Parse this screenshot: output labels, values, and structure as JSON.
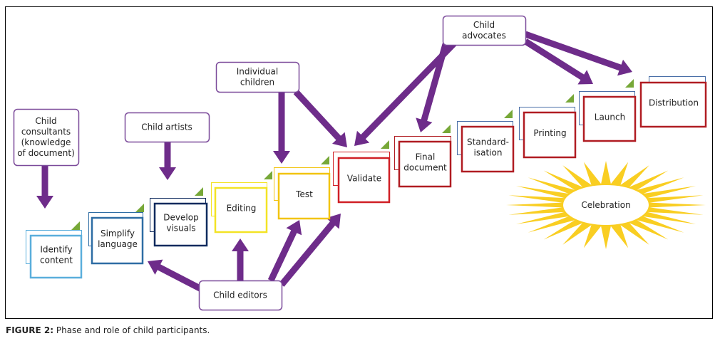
{
  "figure": {
    "caption_label": "FIGURE 2:",
    "caption_text": " Phase and role of child participants."
  },
  "colors": {
    "arrow": "#6E2C8A",
    "role_border": "#7B4A9A",
    "triangle": "#77A838",
    "sun": "#F9CE22",
    "light_blue": "#5AAEDC",
    "mid_blue": "#2E6DA4",
    "navy": "#0E2A5E",
    "yellow": "#F3E325",
    "gold": "#F2C410",
    "red": "#D01F25",
    "dark_red": "#B01C22",
    "slate_blue": "#4A6FA8"
  },
  "roles": [
    {
      "id": "child-consultants",
      "lines": [
        "Child",
        "consultants",
        "(knowledge",
        "of document)"
      ]
    },
    {
      "id": "child-artists",
      "lines": [
        "Child artists"
      ]
    },
    {
      "id": "individual-children",
      "lines": [
        "Individual",
        "children"
      ]
    },
    {
      "id": "child-advocates",
      "lines": [
        "Child",
        "advocates"
      ]
    },
    {
      "id": "child-editors",
      "lines": [
        "Child editors"
      ]
    }
  ],
  "phases": [
    {
      "id": "identify-content",
      "lines": [
        "Identify",
        "content"
      ]
    },
    {
      "id": "simplify-language",
      "lines": [
        "Simplify",
        "language"
      ]
    },
    {
      "id": "develop-visuals",
      "lines": [
        "Develop",
        "visuals"
      ]
    },
    {
      "id": "editing",
      "lines": [
        "Editing"
      ]
    },
    {
      "id": "test",
      "lines": [
        "Test"
      ]
    },
    {
      "id": "validate",
      "lines": [
        "Validate"
      ]
    },
    {
      "id": "final-document",
      "lines": [
        "Final",
        "document"
      ]
    },
    {
      "id": "standardisation",
      "lines": [
        "Standard-",
        "isation"
      ]
    },
    {
      "id": "printing",
      "lines": [
        "Printing"
      ]
    },
    {
      "id": "launch",
      "lines": [
        "Launch"
      ]
    },
    {
      "id": "distribution",
      "lines": [
        "Distribution"
      ]
    }
  ],
  "celebration": {
    "label": "Celebration"
  },
  "connections": [
    {
      "from": "child-consultants",
      "to": "identify-content"
    },
    {
      "from": "child-artists",
      "to": "develop-visuals"
    },
    {
      "from": "individual-children",
      "to": "test"
    },
    {
      "from": "individual-children",
      "to": "validate"
    },
    {
      "from": "child-advocates",
      "to": "validate"
    },
    {
      "from": "child-advocates",
      "to": "final-document"
    },
    {
      "from": "child-advocates",
      "to": "launch"
    },
    {
      "from": "child-advocates",
      "to": "distribution"
    },
    {
      "from": "child-editors",
      "to": "simplify-language"
    },
    {
      "from": "child-editors",
      "to": "editing"
    },
    {
      "from": "child-editors",
      "to": "test"
    },
    {
      "from": "child-editors",
      "to": "validate"
    }
  ]
}
